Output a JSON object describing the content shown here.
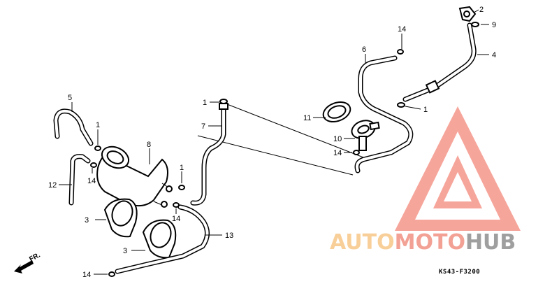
{
  "callouts": {
    "c1a": "1",
    "c1b": "1",
    "c1c": "1",
    "c1d": "1",
    "c2": "2",
    "c3a": "3",
    "c3b": "3",
    "c4": "4",
    "c5": "5",
    "c6": "6",
    "c7": "7",
    "c8": "8",
    "c9": "9",
    "c10": "10",
    "c11": "11",
    "c12": "12",
    "c13": "13",
    "c14a": "14",
    "c14b": "14",
    "c14c": "14",
    "c14d": "14",
    "c14e": "14"
  },
  "front_arrow_label": "FR.",
  "drawing_code": "KS43-F3200",
  "watermark": {
    "part1": "AUTO",
    "part2": "MOTO",
    "part3": "HUB",
    "color_light": "#f7c480",
    "color_mid": "#f08a7a",
    "color_dark": "#888888"
  }
}
